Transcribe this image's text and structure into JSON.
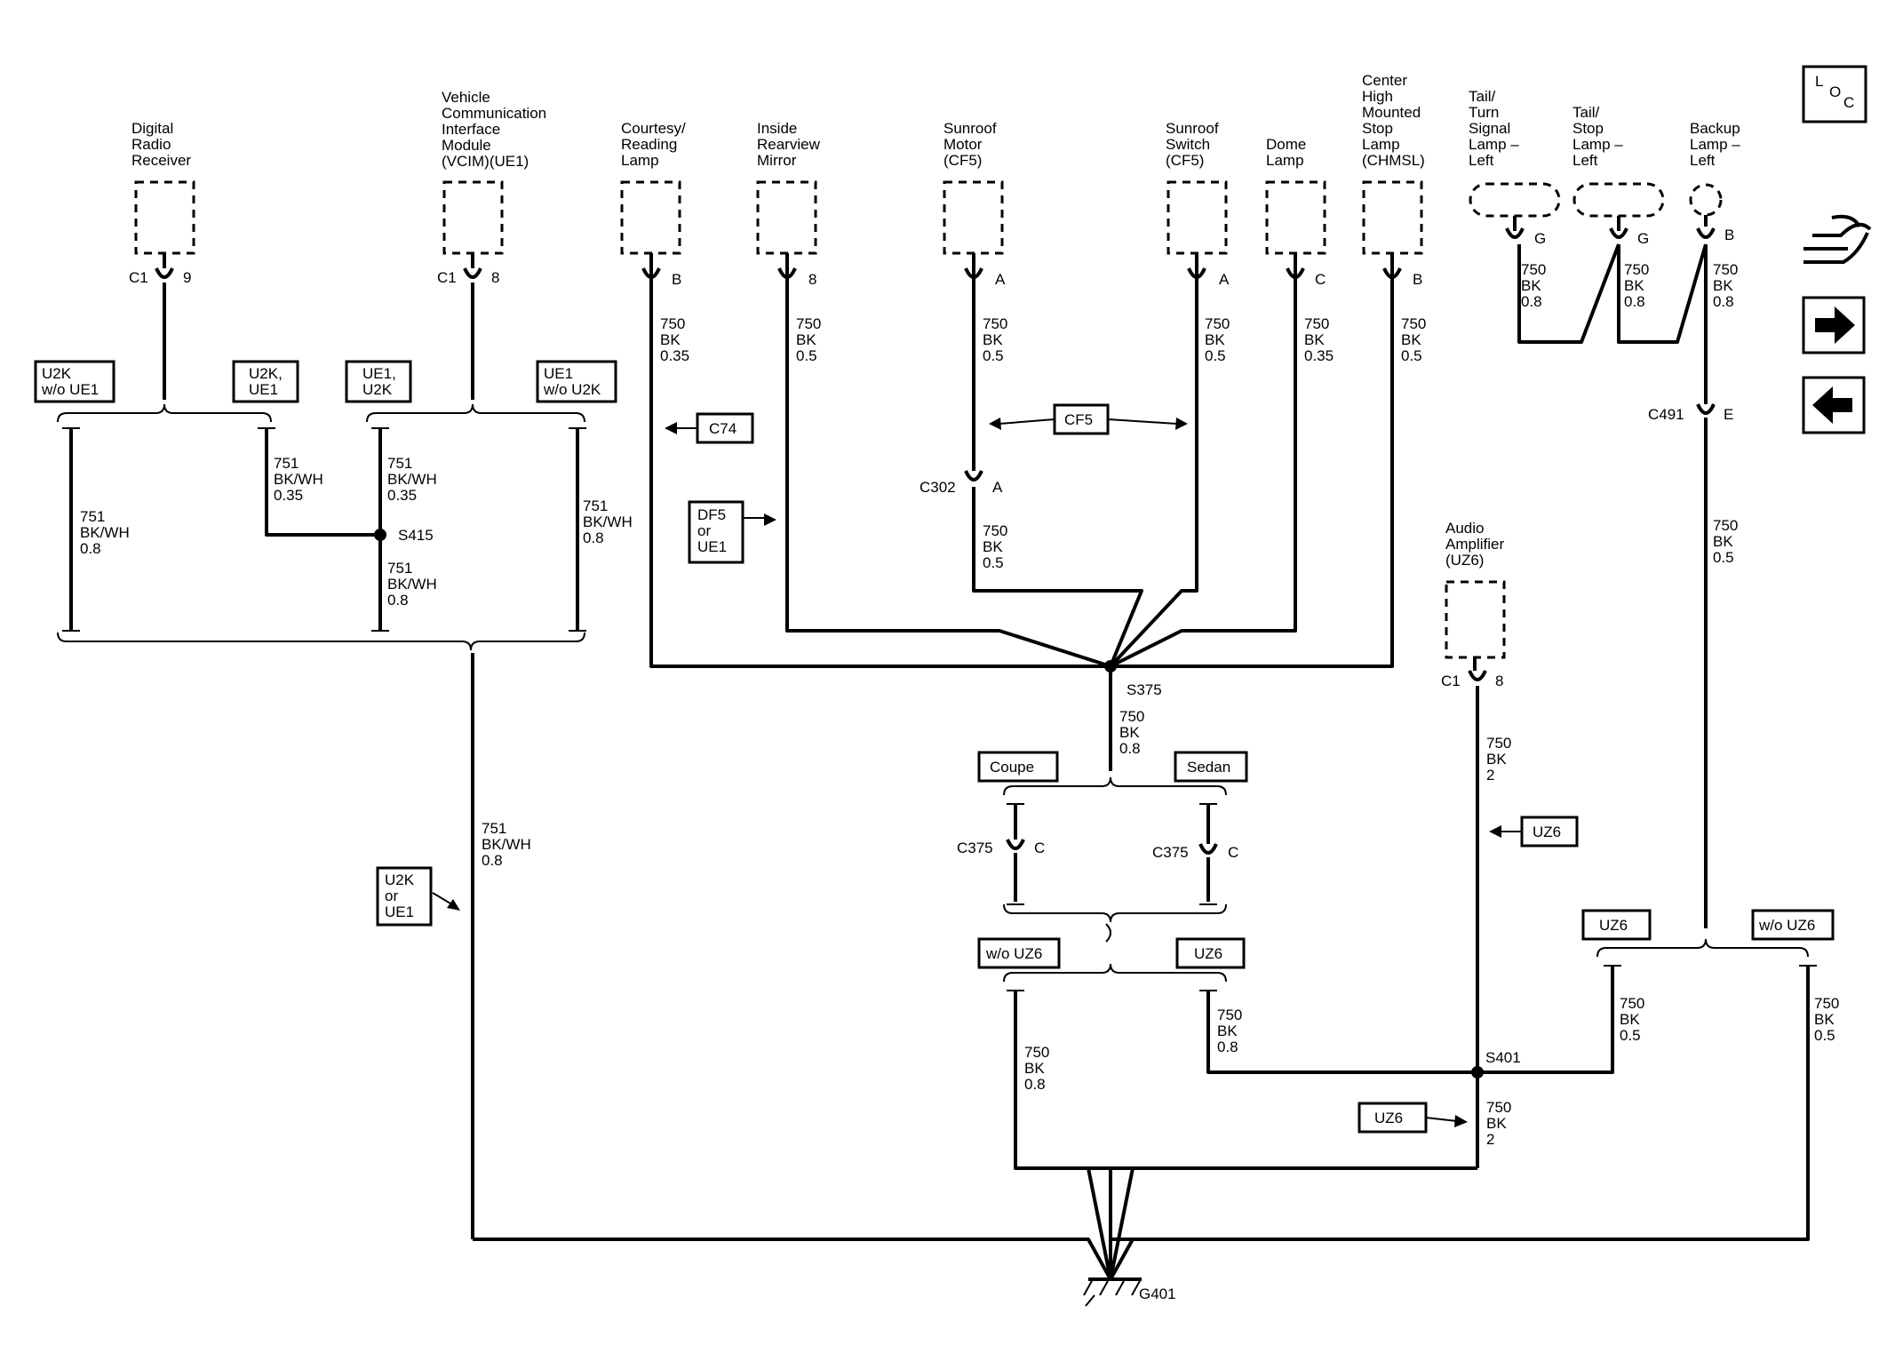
{
  "components": {
    "digital_radio": [
      "Digital",
      "Radio",
      "Receiver"
    ],
    "vcim": [
      "Vehicle",
      "Communication",
      "Interface",
      "Module",
      "(VCIM)(UE1)"
    ],
    "courtesy_lamp": [
      "Courtesy/",
      "Reading",
      "Lamp"
    ],
    "rearview_mirror": [
      "Inside",
      "Rearview",
      "Mirror"
    ],
    "sunroof_motor": [
      "Sunroof",
      "Motor",
      "(CF5)"
    ],
    "sunroof_switch": [
      "Sunroof",
      "Switch",
      "(CF5)"
    ],
    "dome_lamp": [
      "Dome",
      "Lamp"
    ],
    "chmsl": [
      "Center",
      "High",
      "Mounted",
      "Stop",
      "Lamp",
      "(CHMSL)"
    ],
    "tail_turn_lamp": [
      "Tail/",
      "Turn",
      "Signal",
      "Lamp –",
      "Left"
    ],
    "tail_stop_lamp": [
      "Tail/",
      "Stop",
      "Lamp –",
      "Left"
    ],
    "backup_lamp": [
      "Backup",
      "Lamp –",
      "Left"
    ],
    "audio_amplifier": [
      "Audio",
      "Amplifier",
      "(UZ6)"
    ]
  },
  "pins": {
    "radio_conn": "C1",
    "radio_pin": "9",
    "vcim_conn": "C1",
    "vcim_pin": "8",
    "courtesy_pin": "B",
    "mirror_pin": "8",
    "motor_pin": "A",
    "switch_pin": "A",
    "dome_pin": "C",
    "chmsl_pin": "B",
    "tail_turn_pin": "G",
    "tail_stop_pin": "G",
    "backup_pin": "B",
    "c491": "C491",
    "c491_pin": "E",
    "c302": "C302",
    "c302_pin": "A",
    "amp_conn": "C1",
    "amp_pin": "8",
    "c375_left": "C375",
    "c375_left_pin": "C",
    "c375_right": "C375",
    "c375_right_pin": "C"
  },
  "wires": {
    "radio_left": [
      "751",
      "BK/WH",
      "0.8"
    ],
    "radio_mid": [
      "751",
      "BK/WH",
      "0.35"
    ],
    "vcim_top": [
      "751",
      "BK/WH",
      "0.35"
    ],
    "vcim_bottom": [
      "751",
      "BK/WH",
      "0.8"
    ],
    "vcim_right": [
      "751",
      "BK/WH",
      "0.8"
    ],
    "trunk_751": [
      "751",
      "BK/WH",
      "0.8"
    ],
    "courtesy": [
      "750",
      "BK",
      "0.35"
    ],
    "mirror": [
      "750",
      "BK",
      "0.5"
    ],
    "motor_top": [
      "750",
      "BK",
      "0.5"
    ],
    "motor_bottom": [
      "750",
      "BK",
      "0.5"
    ],
    "switch": [
      "750",
      "BK",
      "0.5"
    ],
    "dome": [
      "750",
      "BK",
      "0.35"
    ],
    "chmsl": [
      "750",
      "BK",
      "0.5"
    ],
    "tail_turn": [
      "750",
      "BK",
      "0.8"
    ],
    "tail_stop": [
      "750",
      "BK",
      "0.8"
    ],
    "backup": [
      "750",
      "BK",
      "0.8"
    ],
    "backup_lower": [
      "750",
      "BK",
      "0.5"
    ],
    "s375_down": [
      "750",
      "BK",
      "0.8"
    ],
    "amp": [
      "750",
      "BK",
      "2"
    ],
    "wo_uz6_down": [
      "750",
      "BK",
      "0.8"
    ],
    "uz6_down": [
      "750",
      "BK",
      "0.8"
    ],
    "s401_down": [
      "750",
      "BK",
      "2"
    ],
    "uz6_right": [
      "750",
      "BK",
      "0.5"
    ],
    "wo_uz6_right": [
      "750",
      "BK",
      "0.5"
    ]
  },
  "splices": {
    "s415": "S415",
    "s375": "S375",
    "s401": "S401"
  },
  "ground": "G401",
  "option_labels": {
    "u2k_wo_ue1": [
      "U2K",
      "w/o UE1"
    ],
    "u2k_ue1": [
      "U2K,",
      "UE1"
    ],
    "ue1_u2k": [
      "UE1,",
      "U2K"
    ],
    "ue1_wo_u2k": [
      "UE1",
      "w/o U2K"
    ],
    "coupe": "Coupe",
    "sedan": "Sedan",
    "wo_uz6": "w/o UZ6",
    "uz6": "UZ6",
    "uz6_right": "UZ6",
    "wo_uz6_right": "w/o UZ6"
  },
  "references": {
    "c74": "C74",
    "cf5": "CF5",
    "df5_ue1": [
      "DF5",
      "or",
      "UE1"
    ],
    "u2k_ue1": [
      "U2K",
      "or",
      "UE1"
    ],
    "uz6_amp": "UZ6",
    "uz6_s401": "UZ6"
  },
  "nav": {
    "loc": [
      "L",
      "O",
      "C"
    ],
    "icons": [
      "connector-end-view-icon",
      "next-page-arrow-icon",
      "previous-page-arrow-icon"
    ]
  }
}
